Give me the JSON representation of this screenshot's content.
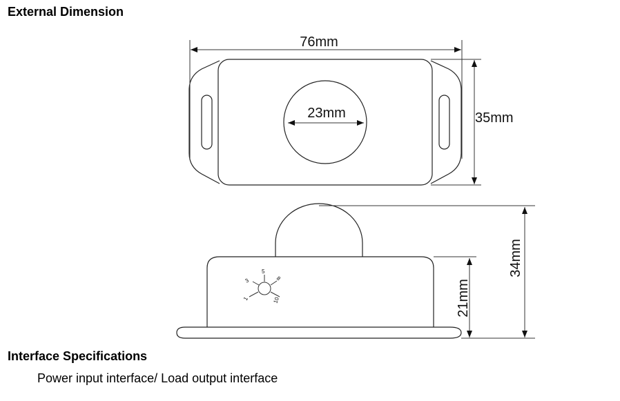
{
  "heading_external": "External Dimension",
  "dimensions": {
    "width": "76mm",
    "height": "35mm",
    "knob_diameter": "23mm",
    "body_height": "21mm",
    "total_height": "34mm"
  },
  "dial_marks": [
    "1",
    "3",
    "5",
    "8",
    "10"
  ],
  "heading_interface": "Interface Specifications",
  "interface_text": "Power input interface/ Load output interface"
}
